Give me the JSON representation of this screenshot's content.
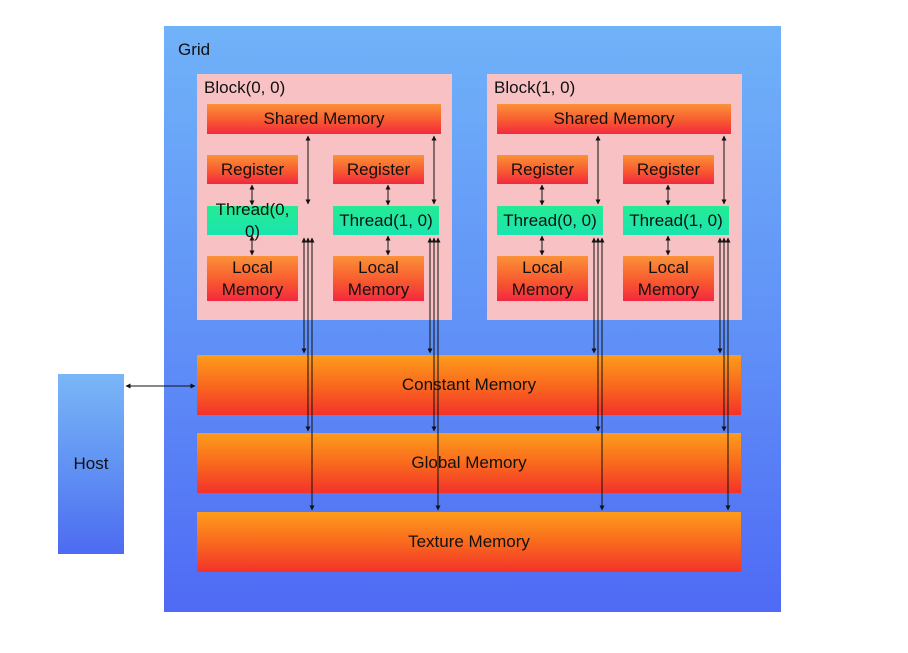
{
  "diagram": {
    "grid_label": "Grid",
    "host_label": "Host",
    "blocks": [
      {
        "label": "Block(0, 0)",
        "shared_memory": "Shared Memory",
        "threads": [
          {
            "register": "Register",
            "thread": "Thread(0, 0)",
            "local_line1": "Local",
            "local_line2": "Memory"
          },
          {
            "register": "Register",
            "thread": "Thread(1, 0)",
            "local_line1": "Local",
            "local_line2": "Memory"
          }
        ]
      },
      {
        "label": "Block(1, 0)",
        "shared_memory": "Shared Memory",
        "threads": [
          {
            "register": "Register",
            "thread": "Thread(0, 0)",
            "local_line1": "Local",
            "local_line2": "Memory"
          },
          {
            "register": "Register",
            "thread": "Thread(1, 0)",
            "local_line1": "Local",
            "local_line2": "Memory"
          }
        ]
      }
    ],
    "constant_memory": "Constant Memory",
    "global_memory": "Global Memory",
    "texture_memory": "Texture Memory"
  }
}
